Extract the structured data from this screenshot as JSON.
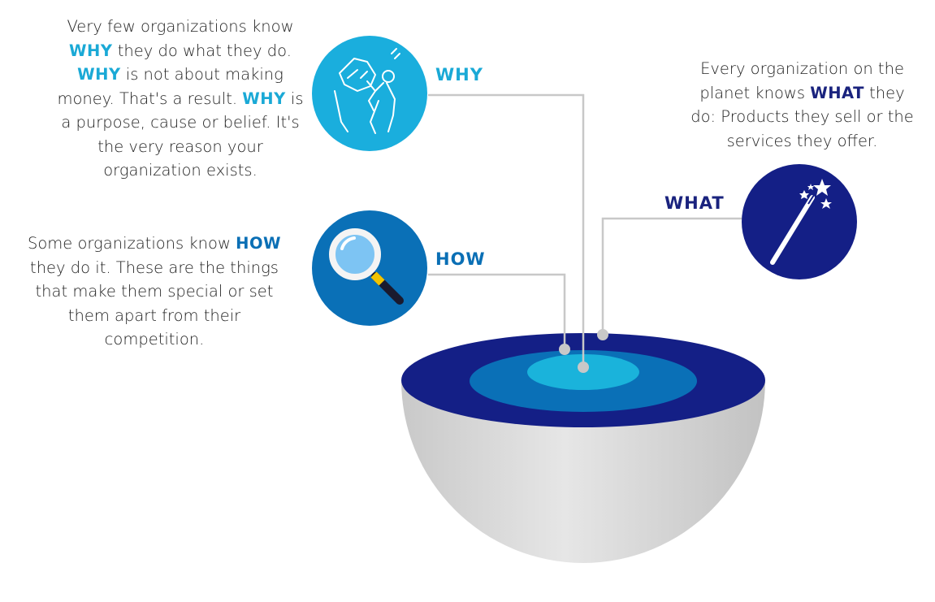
{
  "why": {
    "label": "WHY",
    "text": [
      [
        "Very few organizations know"
      ],
      [
        {
          "kw": "WHY"
        },
        " they do what they do."
      ],
      [
        {
          "kw": "WHY"
        },
        " is not about making"
      ],
      [
        "money. That's a result. ",
        {
          "kw": "WHY"
        },
        " is"
      ],
      [
        "a purpose, cause or belief. It's"
      ],
      [
        "the very reason your"
      ],
      [
        "organization exists."
      ]
    ]
  },
  "how": {
    "label": "HOW",
    "text": [
      [
        "Some organizations know ",
        {
          "kw": "HOW"
        }
      ],
      [
        "they do it. These are the things"
      ],
      [
        "that make them special or set"
      ],
      [
        "them apart from their"
      ],
      [
        "competition."
      ]
    ]
  },
  "what": {
    "label": "WHAT",
    "text": [
      [
        "Every organization on the"
      ],
      [
        "planet knows ",
        {
          "kw": "WHAT"
        },
        " they"
      ],
      [
        "do: Products they sell or the"
      ],
      [
        "services they offer."
      ]
    ]
  },
  "icons": {
    "why": "rock-climber-icon",
    "how": "magnifying-glass-icon",
    "what": "magic-wand-icon"
  },
  "colors": {
    "why": "#1aa9d6",
    "how": "#0a6fb5",
    "what": "#1a237e",
    "bowl": "#d4d4d4"
  }
}
